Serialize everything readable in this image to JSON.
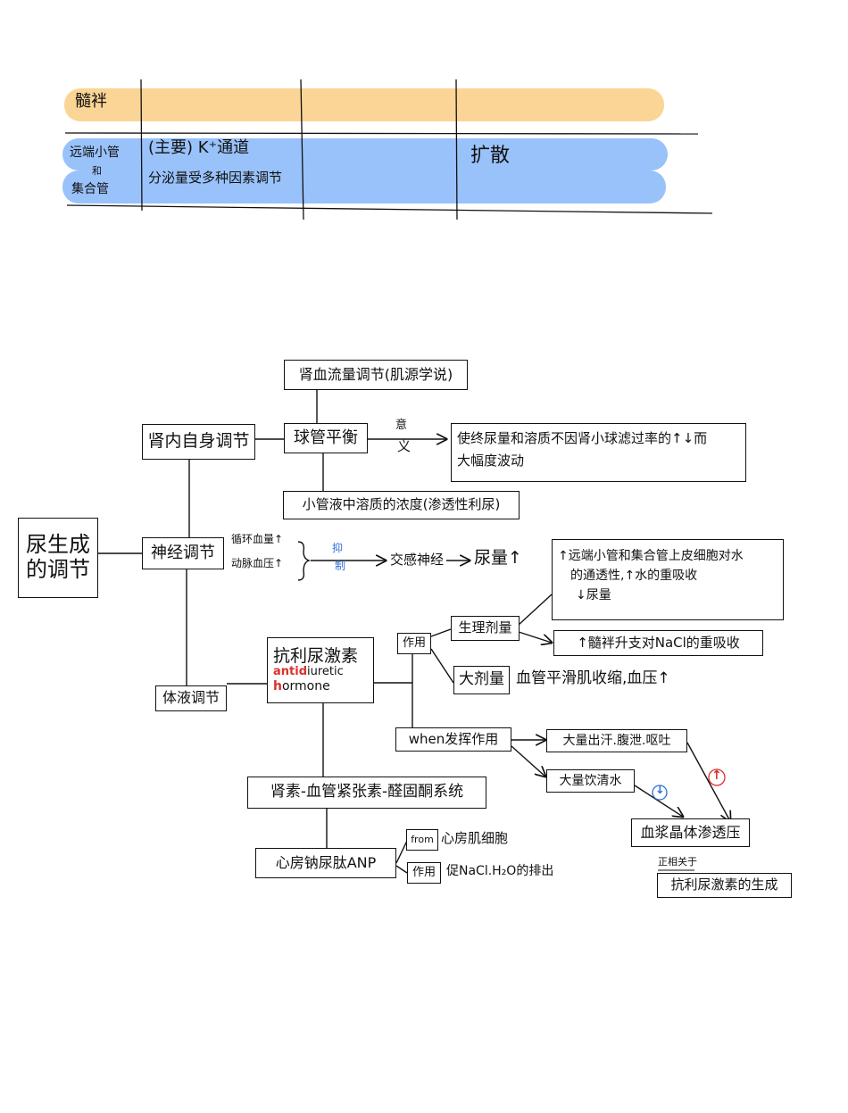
{
  "table": {
    "row1": {
      "label": "髓袢",
      "color": "#fbd595"
    },
    "row2": {
      "label_top": "远端小管",
      "label_mid": "和",
      "label_bottom": "集合管",
      "cell1_line1": "(主要) K⁺通道",
      "cell1_line2": "分泌量受多种因素调节",
      "cell3": "扩散",
      "color": "#99c2fa"
    }
  },
  "diagram": {
    "root": "尿生成的调节",
    "root_line1": "尿生成",
    "root_line2": "的调节",
    "auto": "肾内自身调节",
    "renal_flow": "肾血流量调节(肌源学说)",
    "balance": "球管平衡",
    "meaning_1": "意",
    "meaning_2": "义",
    "balance_result": "使终尿量和溶质不因肾小球滤过率的↑↓而大幅度波动",
    "balance_result_l1": "使终尿量和溶质不因肾小球滤过率的↑↓而",
    "balance_result_l2": "大幅度波动",
    "tubule": "小管液中溶质的浓度(渗透性利尿)",
    "neural": "神经调节",
    "blood_volume": "循环血量↑",
    "arterial_pressure": "动脉血压↑",
    "inhibit_1": "抑",
    "inhibit_2": "制",
    "sympathetic": "交感神经",
    "urine_up": "尿量↑",
    "fluid": "体液调节",
    "adh": "抗利尿激素",
    "adh_en_line1_red": "anti",
    "adh_en_line1_mid": "d",
    "adh_en_line1_rest": "iuretic",
    "adh_en_line2_red": "h",
    "adh_en_line2_rest": "ormone",
    "action": "作用",
    "physio": "生理剂量",
    "physio_effect1_l1": "↑远端小管和集合管上皮细胞对水",
    "physio_effect1_l2": "的通透性,↑水的重吸收",
    "physio_effect1_l3": "↓尿量",
    "physio_effect2": "↑髓袢升支对NaCl的重吸收",
    "large_dose": "大剂量",
    "large_dose_effect": "血管平滑肌收缩,血压↑",
    "when": "when发挥作用",
    "sweat": "大量出汗.腹泄.呕吐",
    "drink": "大量饮清水",
    "plasma": "血浆晶体渗透压",
    "up_mark": "↑",
    "down_mark": "↓",
    "correlate": "正相关于",
    "adh_gen": "抗利尿激素的生成",
    "raas": "肾素-血管紧张素-醛固酮系统",
    "anp": "心房钠尿肽ANP",
    "from": "from",
    "from_text": "心房肌细胞",
    "anp_action": "作用",
    "anp_effect": "促NaCl.H₂O的排出"
  }
}
